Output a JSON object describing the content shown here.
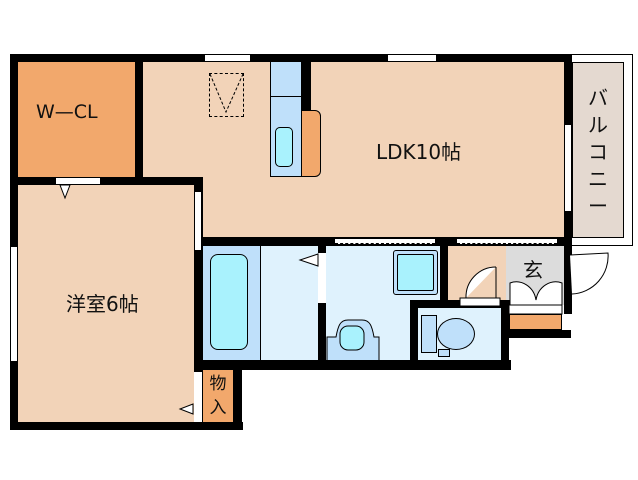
{
  "colors": {
    "room_floor": "#f2d3b8",
    "closet": "#f2a86c",
    "wet_area": "#dff2fd",
    "fixture_blue": "#bfe0fa",
    "fixture_cyan": "#a9f2fd",
    "entrance": "#dcdcdc",
    "balcony": "#e4d9d0",
    "wall": "#000000"
  },
  "rooms": {
    "walk_in_closet": {
      "label": "W—CL"
    },
    "ldk": {
      "label": "LDK10帖"
    },
    "western_room": {
      "label": "洋室6帖"
    },
    "balcony": {
      "label": "バルコニー",
      "chars": [
        "バ",
        "ル",
        "コ",
        "ニ",
        "ー"
      ]
    },
    "entrance": {
      "label": "玄"
    },
    "storage": {
      "label": "物入",
      "chars": [
        "物",
        "入"
      ]
    }
  },
  "fixtures": [
    "kitchen-sink",
    "stove-counter",
    "bathtub",
    "washbasin",
    "washing-machine-pan",
    "toilet",
    "shoe-cabinet"
  ]
}
